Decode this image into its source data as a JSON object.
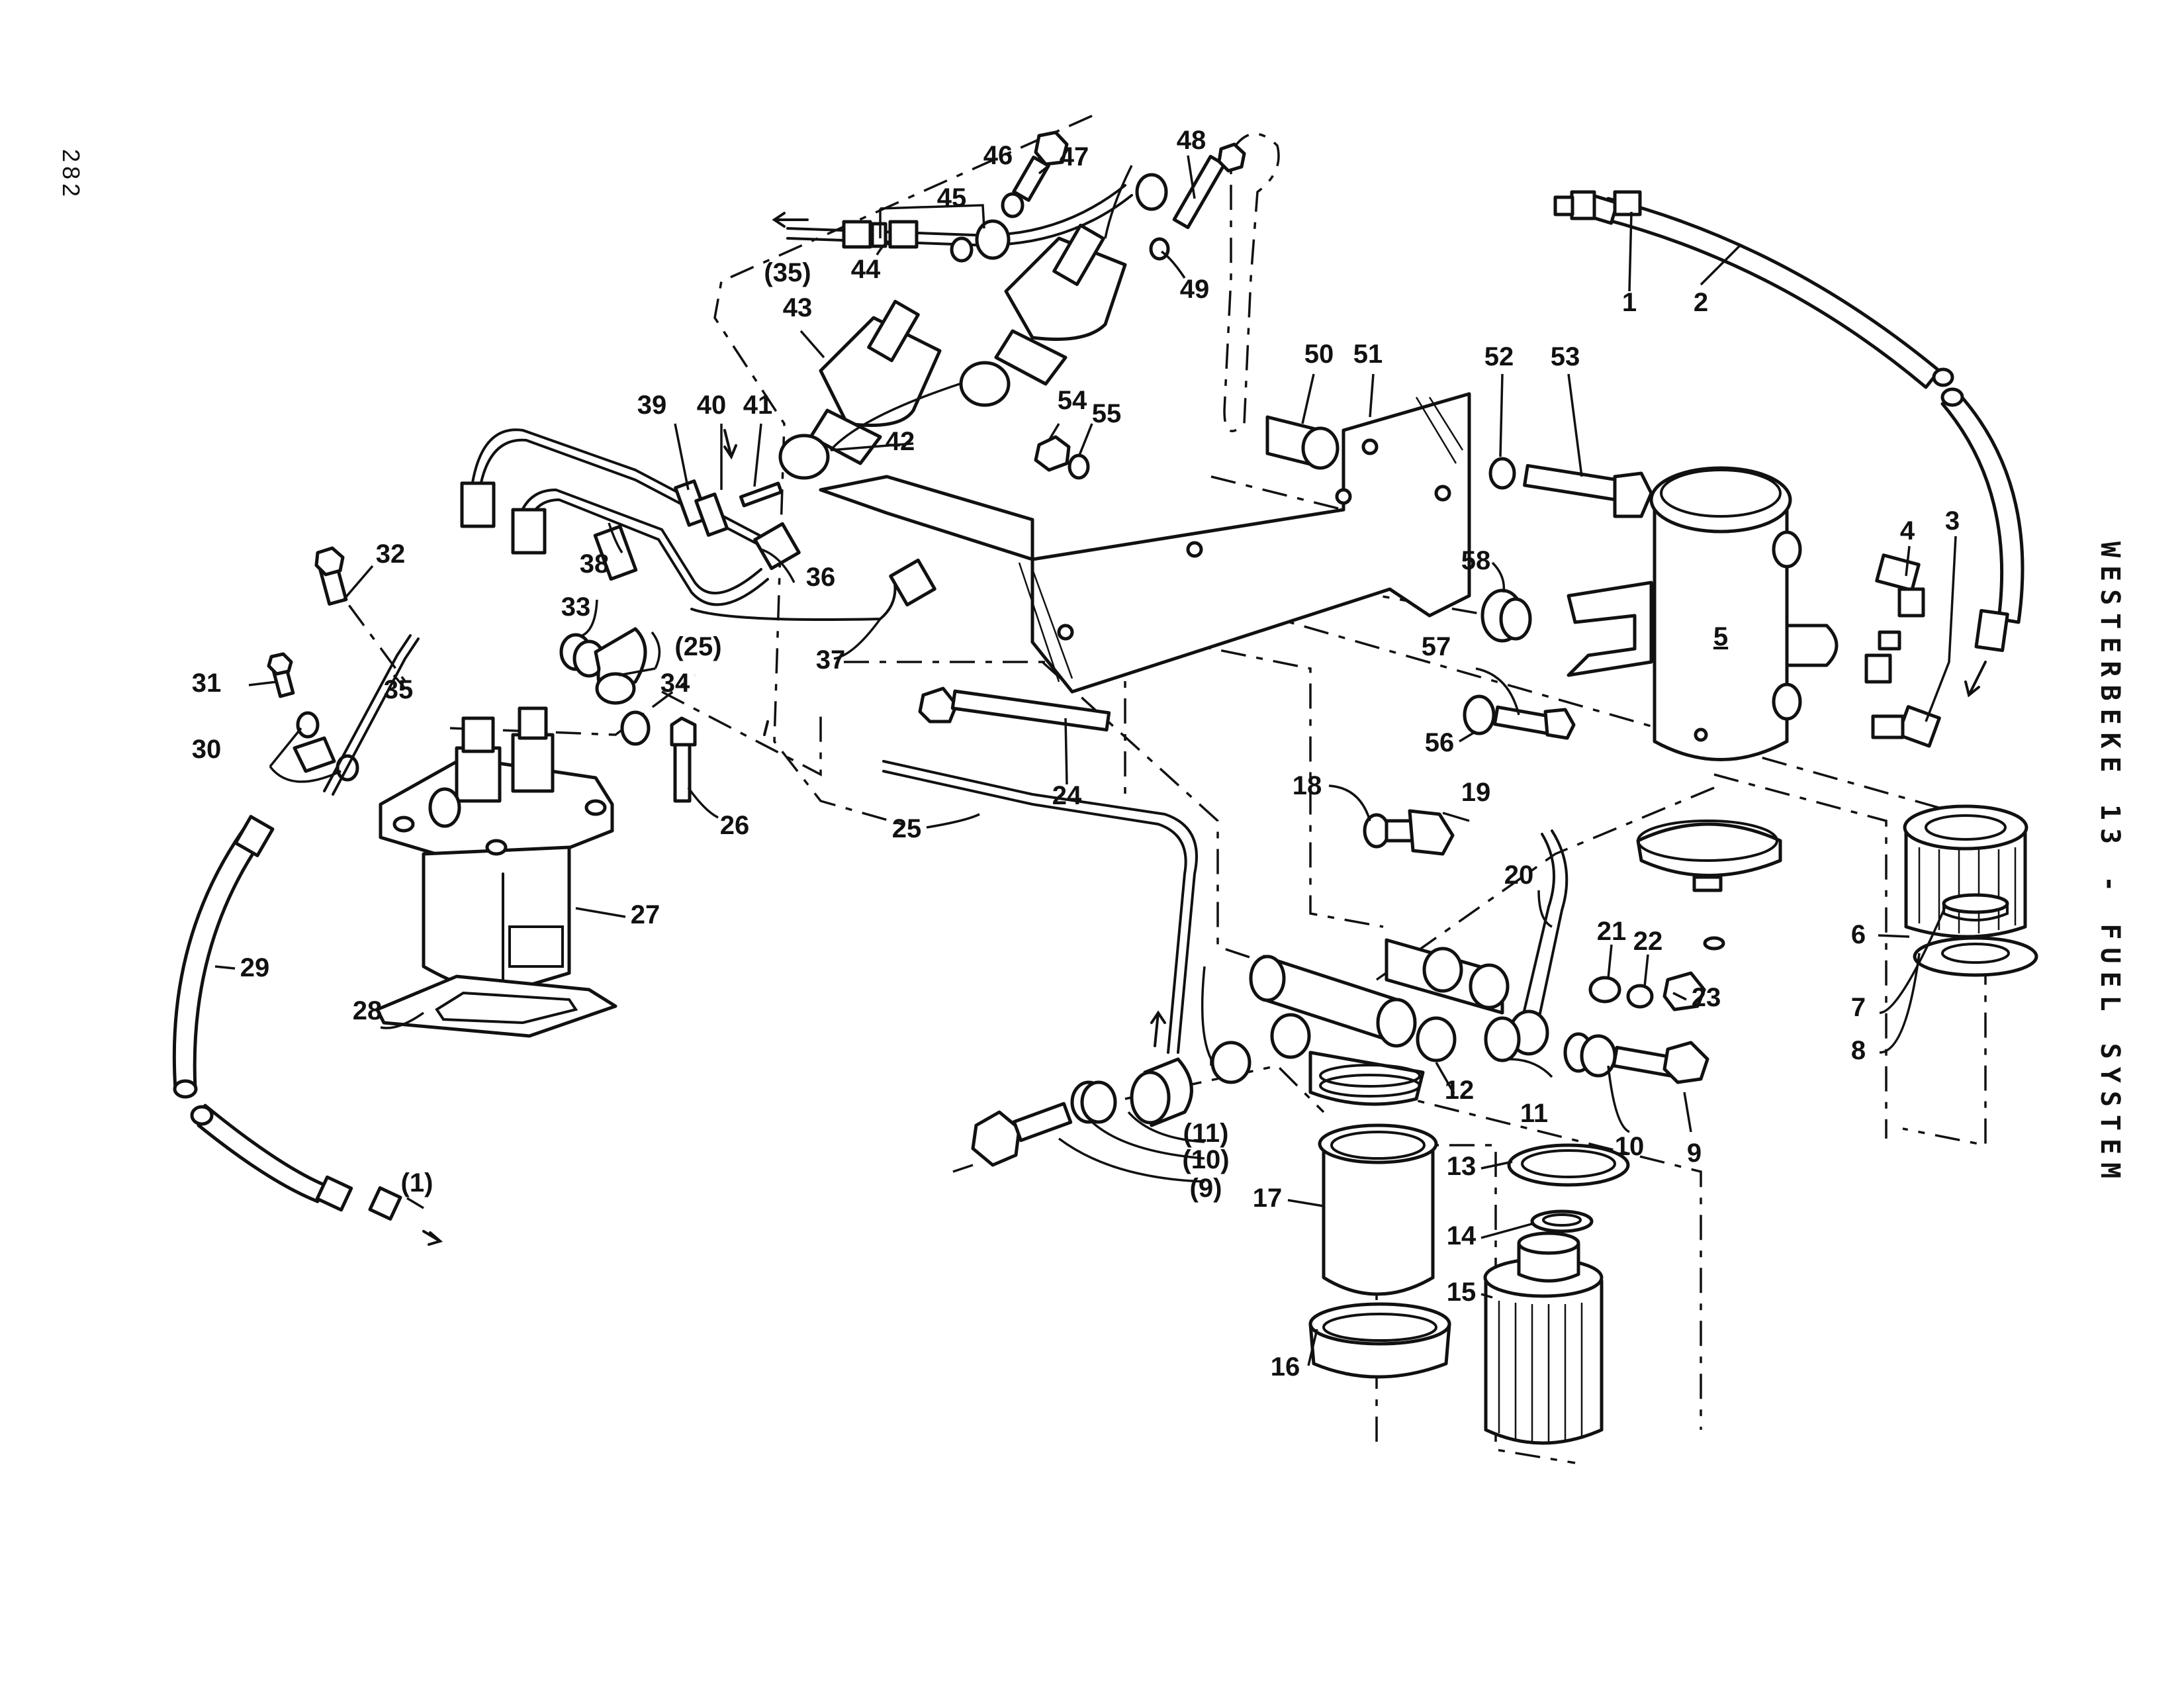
{
  "page": {
    "page_number": "282",
    "side_title": "WESTERBEKE 13 - FUEL SYSTEM"
  },
  "diagram": {
    "type": "exploded-parts",
    "subject": "Fuel system",
    "callouts": [
      {
        "id": "1",
        "label": "1",
        "part": "fitting"
      },
      {
        "id": "2",
        "label": "2",
        "part": "fuel-hose-supply"
      },
      {
        "id": "3",
        "label": "3",
        "part": "banjo-fitting"
      },
      {
        "id": "4",
        "label": "4",
        "part": "elbow-fitting"
      },
      {
        "id": "5",
        "label": "5",
        "part": "electric-fuel-pump"
      },
      {
        "id": "6",
        "label": "6",
        "part": "pump-filter-element"
      },
      {
        "id": "7",
        "label": "7",
        "part": "magnet"
      },
      {
        "id": "8",
        "label": "8",
        "part": "gasket"
      },
      {
        "id": "9",
        "label": "9",
        "part": "banjo-bolt"
      },
      {
        "id": "10",
        "label": "10",
        "part": "washer"
      },
      {
        "id": "11",
        "label": "11",
        "part": "washer"
      },
      {
        "id": "12",
        "label": "12",
        "part": "fuel-filter-head"
      },
      {
        "id": "13",
        "label": "13",
        "part": "o-ring"
      },
      {
        "id": "14",
        "label": "14",
        "part": "o-ring-small"
      },
      {
        "id": "15",
        "label": "15",
        "part": "filter-element"
      },
      {
        "id": "16",
        "label": "16",
        "part": "retaining-ring"
      },
      {
        "id": "17",
        "label": "17",
        "part": "filter-bowl"
      },
      {
        "id": "18",
        "label": "18",
        "part": "washer"
      },
      {
        "id": "19",
        "label": "19",
        "part": "bleed-screw"
      },
      {
        "id": "20",
        "label": "20",
        "part": "fuel-line"
      },
      {
        "id": "21",
        "label": "21",
        "part": "washer"
      },
      {
        "id": "22",
        "label": "22",
        "part": "lock-washer"
      },
      {
        "id": "23",
        "label": "23",
        "part": "nut"
      },
      {
        "id": "24",
        "label": "24",
        "part": "bolt"
      },
      {
        "id": "25",
        "label": "25",
        "part": "fuel-line-to-pump"
      },
      {
        "id": "26",
        "label": "26",
        "part": "bolt"
      },
      {
        "id": "27",
        "label": "27",
        "part": "injection-pump"
      },
      {
        "id": "28",
        "label": "28",
        "part": "pump-gasket"
      },
      {
        "id": "29",
        "label": "29",
        "part": "return-hose"
      },
      {
        "id": "30",
        "label": "30",
        "part": "washers"
      },
      {
        "id": "31",
        "label": "31",
        "part": "banjo-bolt"
      },
      {
        "id": "32",
        "label": "32",
        "part": "banjo-bolt"
      },
      {
        "id": "33",
        "label": "33",
        "part": "washer"
      },
      {
        "id": "34",
        "label": "34",
        "part": "washer"
      },
      {
        "id": "35",
        "label": "35",
        "part": "return-line"
      },
      {
        "id": "36",
        "label": "36",
        "part": "injector-line"
      },
      {
        "id": "37",
        "label": "37",
        "part": "injector-line"
      },
      {
        "id": "38",
        "label": "38",
        "part": "clamp"
      },
      {
        "id": "39",
        "label": "39",
        "part": "clamp"
      },
      {
        "id": "40",
        "label": "40",
        "part": "clamp"
      },
      {
        "id": "41",
        "label": "41",
        "part": "screw"
      },
      {
        "id": "42",
        "label": "42",
        "part": "injector-seat-washer"
      },
      {
        "id": "43",
        "label": "43",
        "part": "injector"
      },
      {
        "id": "44",
        "label": "44",
        "part": "union"
      },
      {
        "id": "45",
        "label": "45",
        "part": "washers"
      },
      {
        "id": "46",
        "label": "46",
        "part": "banjo-bolt"
      },
      {
        "id": "47",
        "label": "47",
        "part": "injector-return-line"
      },
      {
        "id": "48",
        "label": "48",
        "part": "stud"
      },
      {
        "id": "49",
        "label": "49",
        "part": "washer"
      },
      {
        "id": "50",
        "label": "50",
        "part": "spacer"
      },
      {
        "id": "51",
        "label": "51",
        "part": "bracket"
      },
      {
        "id": "52",
        "label": "52",
        "part": "lock-washer"
      },
      {
        "id": "53",
        "label": "53",
        "part": "bolt"
      },
      {
        "id": "54",
        "label": "54",
        "part": "nut"
      },
      {
        "id": "55",
        "label": "55",
        "part": "washer"
      },
      {
        "id": "56",
        "label": "56",
        "part": "washer"
      },
      {
        "id": "57",
        "label": "57",
        "part": "bolt"
      },
      {
        "id": "58",
        "label": "58",
        "part": "grommet"
      },
      {
        "id": "r1",
        "label": "(1)",
        "part": "fitting-ref"
      },
      {
        "id": "r9",
        "label": "(9)",
        "part": "banjo-bolt-ref"
      },
      {
        "id": "r10",
        "label": "(10)",
        "part": "washer-ref"
      },
      {
        "id": "r11",
        "label": "(11)",
        "part": "washer-ref"
      },
      {
        "id": "r25",
        "label": "(25)",
        "part": "fuel-line-ref"
      },
      {
        "id": "r35",
        "label": "(35)",
        "part": "return-line-ref"
      }
    ]
  }
}
